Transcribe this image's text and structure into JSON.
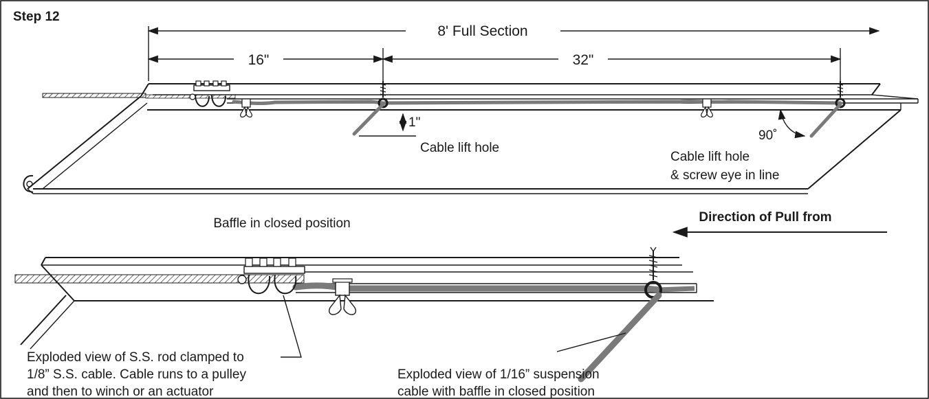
{
  "step_label": "Step 12",
  "dimensions": {
    "full_section": "8' Full Section",
    "left_span": "16\"",
    "right_span": "32\"",
    "lift_offset": "1\"",
    "angle": "90˚"
  },
  "labels": {
    "cable_lift_hole": "Cable lift hole",
    "cable_lift_hole_in_line_1": "Cable lift hole",
    "cable_lift_hole_in_line_2": "& screw eye in line",
    "closed_position": "Baffle in closed position",
    "pull_direction": "Direction of Pull from"
  },
  "callouts": {
    "rod_line_1": "Exploded view of S.S. rod clamped to",
    "rod_line_2": "1/8” S.S. cable.  Cable runs to a pulley",
    "rod_line_3": "and then to winch or an actuator",
    "cable_line_1": "Exploded view of 1/16” suspension",
    "cable_line_2": "cable with baffle in closed position"
  }
}
